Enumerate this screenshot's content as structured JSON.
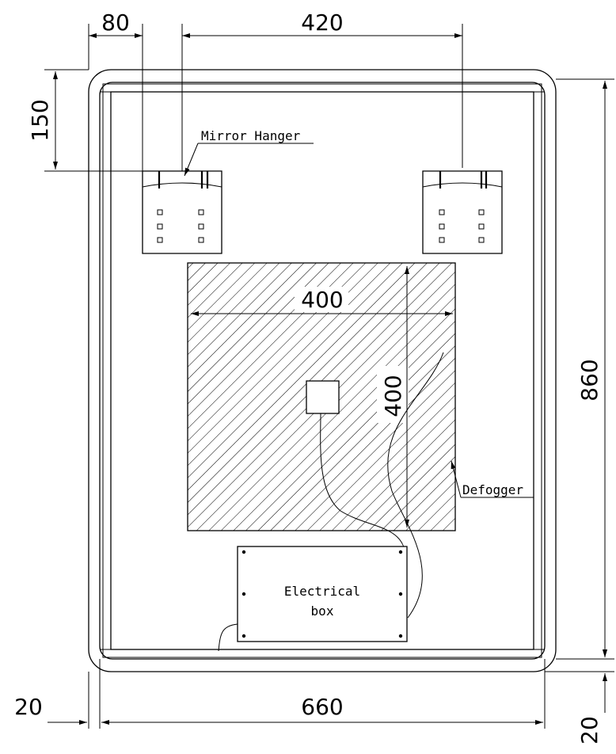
{
  "dimensions": {
    "hanger_offset": "80",
    "hanger_spacing": "420",
    "hanger_drop": "150",
    "total_height": "860",
    "left_margin": "20",
    "total_width": "660",
    "bottom_margin": "20",
    "defogger_width": "400",
    "defogger_height": "400"
  },
  "labels": {
    "mirror_hanger": "Mirror Hanger",
    "defogger": "Defogger",
    "electrical_box_line1": "Electrical",
    "electrical_box_line2": "box"
  }
}
